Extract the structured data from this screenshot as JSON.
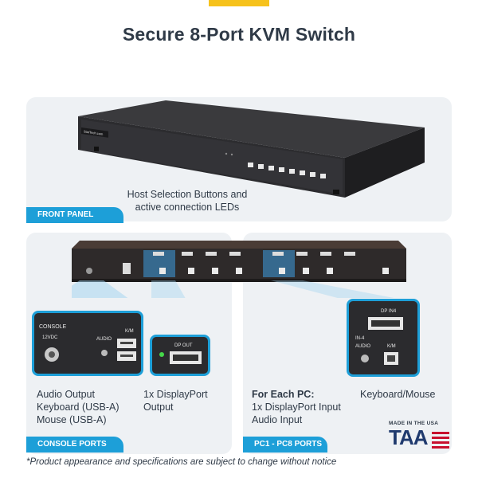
{
  "title": "Secure 8-Port KVM Switch",
  "front_panel": {
    "caption_line1": "Host Selection Buttons and",
    "caption_line2": "active connection LEDs",
    "tab": "FRONT PANEL",
    "brand": "StarTech.com"
  },
  "console_ports": {
    "tab": "CONSOLE PORTS",
    "caption_line1": "Audio Output",
    "caption_line2": "Keyboard (USB-A)",
    "caption_line3": "Mouse (USB-A)",
    "zoom_labels": {
      "console": "CONSOLE",
      "power": "12VDC",
      "audio": "AUDIO",
      "km": "K/M"
    }
  },
  "displayport": {
    "caption_line1": "1x DisplayPort",
    "caption_line2": "Output",
    "zoom_label": "DP OUT"
  },
  "pc_ports": {
    "tab": "PC1 - PC8 PORTS",
    "heading": "For Each PC:",
    "caption_line1": "1x DisplayPort Input",
    "caption_line2": "Audio Input",
    "km_caption": "Keyboard/Mouse",
    "zoom_labels": {
      "dp": "DP IN4",
      "in": "IN-4",
      "audio": "AUDIO",
      "km": "K/M"
    }
  },
  "taa": {
    "top": "MADE IN THE USA",
    "main": "TAA"
  },
  "footnote": "*Product appearance and specifications are subject to change without notice",
  "colors": {
    "accent": "#1d9fd8",
    "yellow": "#f6c21c",
    "title": "#2f3a47",
    "panel_bg": "#eef1f4"
  }
}
